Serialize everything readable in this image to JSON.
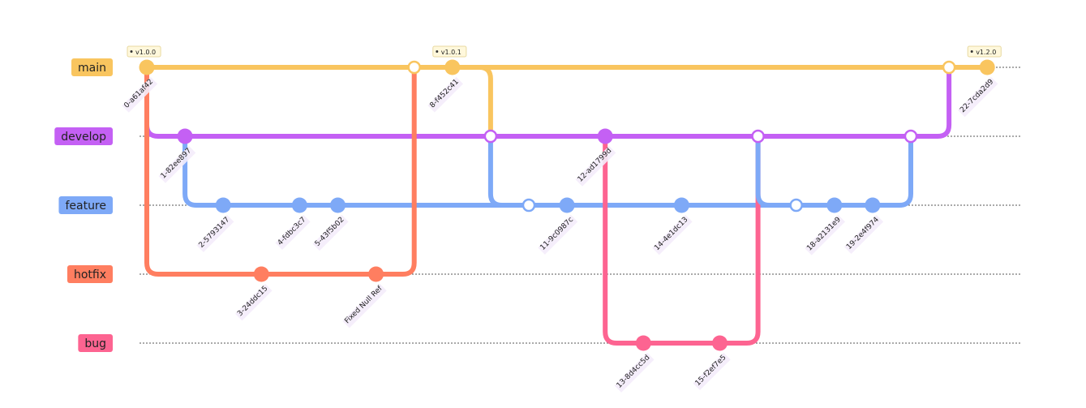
{
  "branches": [
    {
      "id": "main",
      "label": "main",
      "color": "#f9c55f"
    },
    {
      "id": "develop",
      "label": "develop",
      "color": "#c460f4"
    },
    {
      "id": "feature",
      "label": "feature",
      "color": "#7ea9f7"
    },
    {
      "id": "hotfix",
      "label": "hotfix",
      "color": "#ff7e60"
    },
    {
      "id": "bug",
      "label": "bug",
      "color": "#fd6491"
    }
  ],
  "commits": [
    {
      "id": "0-a61af42",
      "branch": "main",
      "seq": 0,
      "type": "normal",
      "tag": "v1.0.0",
      "show_label": true
    },
    {
      "id": "1-82ee897",
      "branch": "develop",
      "seq": 1,
      "type": "normal",
      "show_label": true
    },
    {
      "id": "2-5793147",
      "branch": "feature",
      "seq": 2,
      "type": "normal",
      "show_label": true
    },
    {
      "id": "3-24ddc15",
      "branch": "hotfix",
      "seq": 3,
      "type": "normal",
      "show_label": true
    },
    {
      "id": "4-fdbc3c7",
      "branch": "feature",
      "seq": 4,
      "type": "normal",
      "show_label": true
    },
    {
      "id": "5-43f5b02",
      "branch": "feature",
      "seq": 5,
      "type": "normal",
      "show_label": true
    },
    {
      "id": "Fixed Null Ref",
      "branch": "hotfix",
      "seq": 6,
      "type": "normal",
      "show_label": true
    },
    {
      "id": "m-main-1",
      "branch": "main",
      "seq": 7,
      "type": "merge",
      "show_label": false
    },
    {
      "id": "8-f452c41",
      "branch": "main",
      "seq": 8,
      "type": "normal",
      "tag": "v1.0.1",
      "show_label": true
    },
    {
      "id": "m-dev-1",
      "branch": "develop",
      "seq": 9,
      "type": "merge",
      "show_label": false
    },
    {
      "id": "m-feat-1",
      "branch": "feature",
      "seq": 10,
      "type": "merge",
      "show_label": false
    },
    {
      "id": "11-9c0987c",
      "branch": "feature",
      "seq": 11,
      "type": "normal",
      "show_label": true
    },
    {
      "id": "12-ad1799d",
      "branch": "develop",
      "seq": 12,
      "type": "normal",
      "show_label": true
    },
    {
      "id": "13-8d4cc5d",
      "branch": "bug",
      "seq": 13,
      "type": "normal",
      "show_label": true
    },
    {
      "id": "14-4e1dc13",
      "branch": "feature",
      "seq": 14,
      "type": "normal",
      "show_label": true
    },
    {
      "id": "15-f2ef7e5",
      "branch": "bug",
      "seq": 15,
      "type": "normal",
      "show_label": true
    },
    {
      "id": "m-dev-2",
      "branch": "develop",
      "seq": 16,
      "type": "merge",
      "show_label": false
    },
    {
      "id": "m-feat-2",
      "branch": "feature",
      "seq": 17,
      "type": "merge",
      "show_label": false
    },
    {
      "id": "18-a2131e9",
      "branch": "feature",
      "seq": 18,
      "type": "normal",
      "show_label": true
    },
    {
      "id": "19-2e4f974",
      "branch": "feature",
      "seq": 19,
      "type": "normal",
      "show_label": true
    },
    {
      "id": "m-dev-3",
      "branch": "develop",
      "seq": 20,
      "type": "merge",
      "show_label": false
    },
    {
      "id": "m-main-2",
      "branch": "main",
      "seq": 21,
      "type": "merge",
      "show_label": false
    },
    {
      "id": "22-7cda2d9",
      "branch": "main",
      "seq": 22,
      "type": "normal",
      "tag": "v1.2.0",
      "show_label": true
    }
  ],
  "branch_links": [
    {
      "from": "0-a61af42",
      "to": "1-82ee897",
      "kind": "branch"
    },
    {
      "from": "1-82ee897",
      "to": "2-5793147",
      "kind": "branch"
    },
    {
      "from": "0-a61af42",
      "to": "3-24ddc15",
      "kind": "branch"
    },
    {
      "from": "Fixed Null Ref",
      "to": "m-main-1",
      "kind": "merge"
    },
    {
      "from": "8-f452c41",
      "to": "m-dev-1",
      "kind": "merge"
    },
    {
      "from": "m-dev-1",
      "to": "m-feat-1",
      "kind": "branch"
    },
    {
      "from": "12-ad1799d",
      "to": "13-8d4cc5d",
      "kind": "branch"
    },
    {
      "from": "15-f2ef7e5",
      "to": "m-dev-2",
      "kind": "merge"
    },
    {
      "from": "m-dev-2",
      "to": "m-feat-2",
      "kind": "branch"
    },
    {
      "from": "19-2e4f974",
      "to": "m-dev-3",
      "kind": "merge"
    },
    {
      "from": "m-dev-3",
      "to": "m-main-2",
      "kind": "merge"
    }
  ]
}
